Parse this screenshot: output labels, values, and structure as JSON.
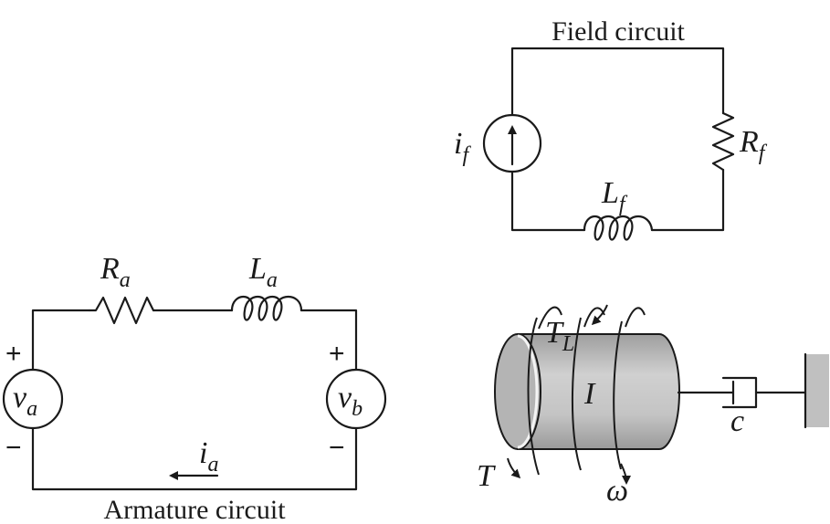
{
  "labels": {
    "field_title": "Field circuit",
    "armature_title": "Armature circuit",
    "if_main": "i",
    "if_sub": "f",
    "rf_main": "R",
    "rf_sub": "f",
    "lf_main": "L",
    "lf_sub": "f",
    "ra_main": "R",
    "ra_sub": "a",
    "la_main": "L",
    "la_sub": "a",
    "va_main": "v",
    "va_sub": "a",
    "vb_main": "v",
    "vb_sub": "b",
    "ia_main": "i",
    "ia_sub": "a",
    "plus": "+",
    "minus": "−",
    "tl_main": "T",
    "tl_sub": "L",
    "inertia": "I",
    "torque": "T",
    "omega": "ω",
    "damper": "c"
  },
  "colors": {
    "line": "#1a1a1a",
    "cylinder_body": "#c8c8c8",
    "cylinder_face": "#b4b4b4",
    "wall": "#c0c0c0"
  }
}
